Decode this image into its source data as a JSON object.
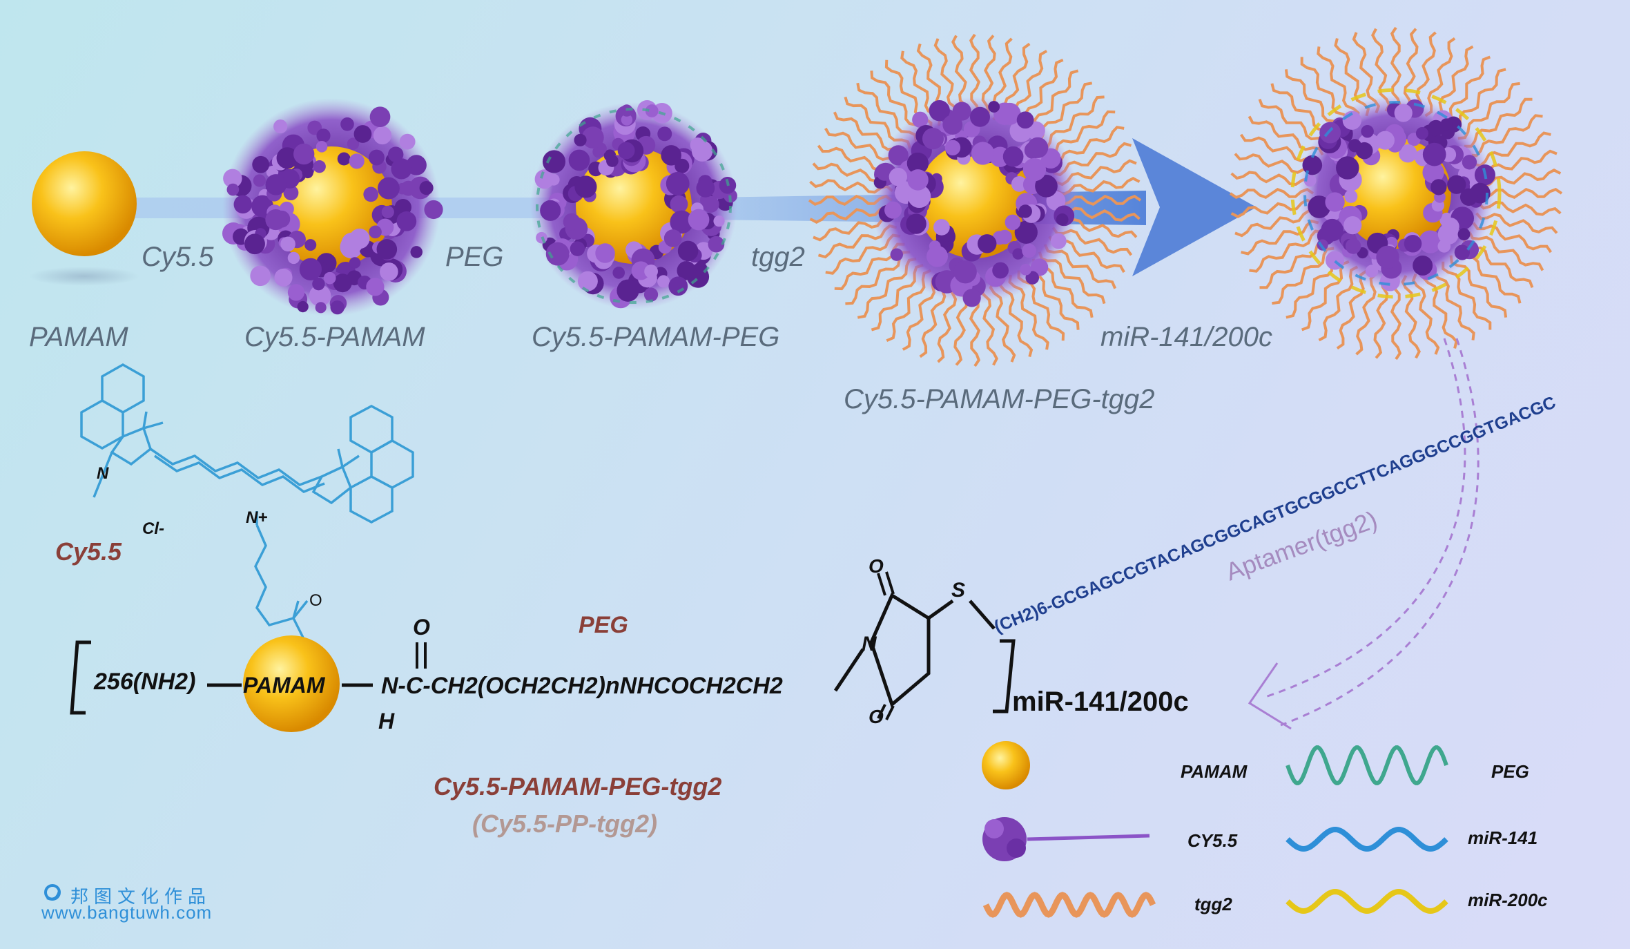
{
  "stages": [
    {
      "label": "PAMAM"
    },
    {
      "label": "Cy5.5-PAMAM"
    },
    {
      "label": "Cy5.5-PAMAM-PEG"
    },
    {
      "label": "Cy5.5-PAMAM-PEG-tgg2"
    }
  ],
  "arrow_labels": {
    "step1": "Cy5.5",
    "step2": "PEG",
    "step3": "tgg2",
    "step4": "miR-141/200c"
  },
  "cy55": {
    "name": "Cy5.5",
    "atom_n": "N",
    "atom_nplus": "N+",
    "counterion": "Cl-",
    "atom_o": "O"
  },
  "formula": {
    "left_group": "256(NH2)",
    "core": "PAMAM",
    "linker": "N-C-CH2(OCH2CH2)nNHCOCH2CH2",
    "h": "H",
    "o_top": "O",
    "peg": "PEG",
    "ring_n": "N",
    "ring_o_top": "O",
    "ring_o_bottom": "O",
    "s": "S",
    "suffix": "miR-141/200c"
  },
  "aptamer": {
    "sequence": "(CH2)6-GCGAGCCGTACAGCGGCAGTGCGGCCTTCAGGGCCGGTGACGC",
    "label": "Aptamer(tgg2)"
  },
  "product": {
    "name": "Cy5.5-PAMAM-PEG-tgg2",
    "abbr": "(Cy5.5-PP-tgg2)"
  },
  "legend": [
    {
      "label": "PAMAM",
      "icon": "sphere"
    },
    {
      "label": "PEG",
      "icon": "helix-green"
    },
    {
      "label": "CY5.5",
      "icon": "cy55-blob"
    },
    {
      "label": "miR-141",
      "icon": "helix-blue"
    },
    {
      "label": "tgg2",
      "icon": "helix-orange"
    },
    {
      "label": "miR-200c",
      "icon": "helix-yellow"
    }
  ],
  "watermark": {
    "cn": "邦图文化作品",
    "url": "www.bangtuwh.com"
  },
  "colors": {
    "pamam": "#f5b400",
    "cy55": "#7b3fb3",
    "peg": "#3fa78e",
    "tgg2": "#e8955a",
    "mir141": "#2e8fd8",
    "mir200c": "#e6c718",
    "aptamer_text": "#1f3f8f",
    "product_text": "#8a3f38",
    "arrow": "#5b86d9"
  }
}
